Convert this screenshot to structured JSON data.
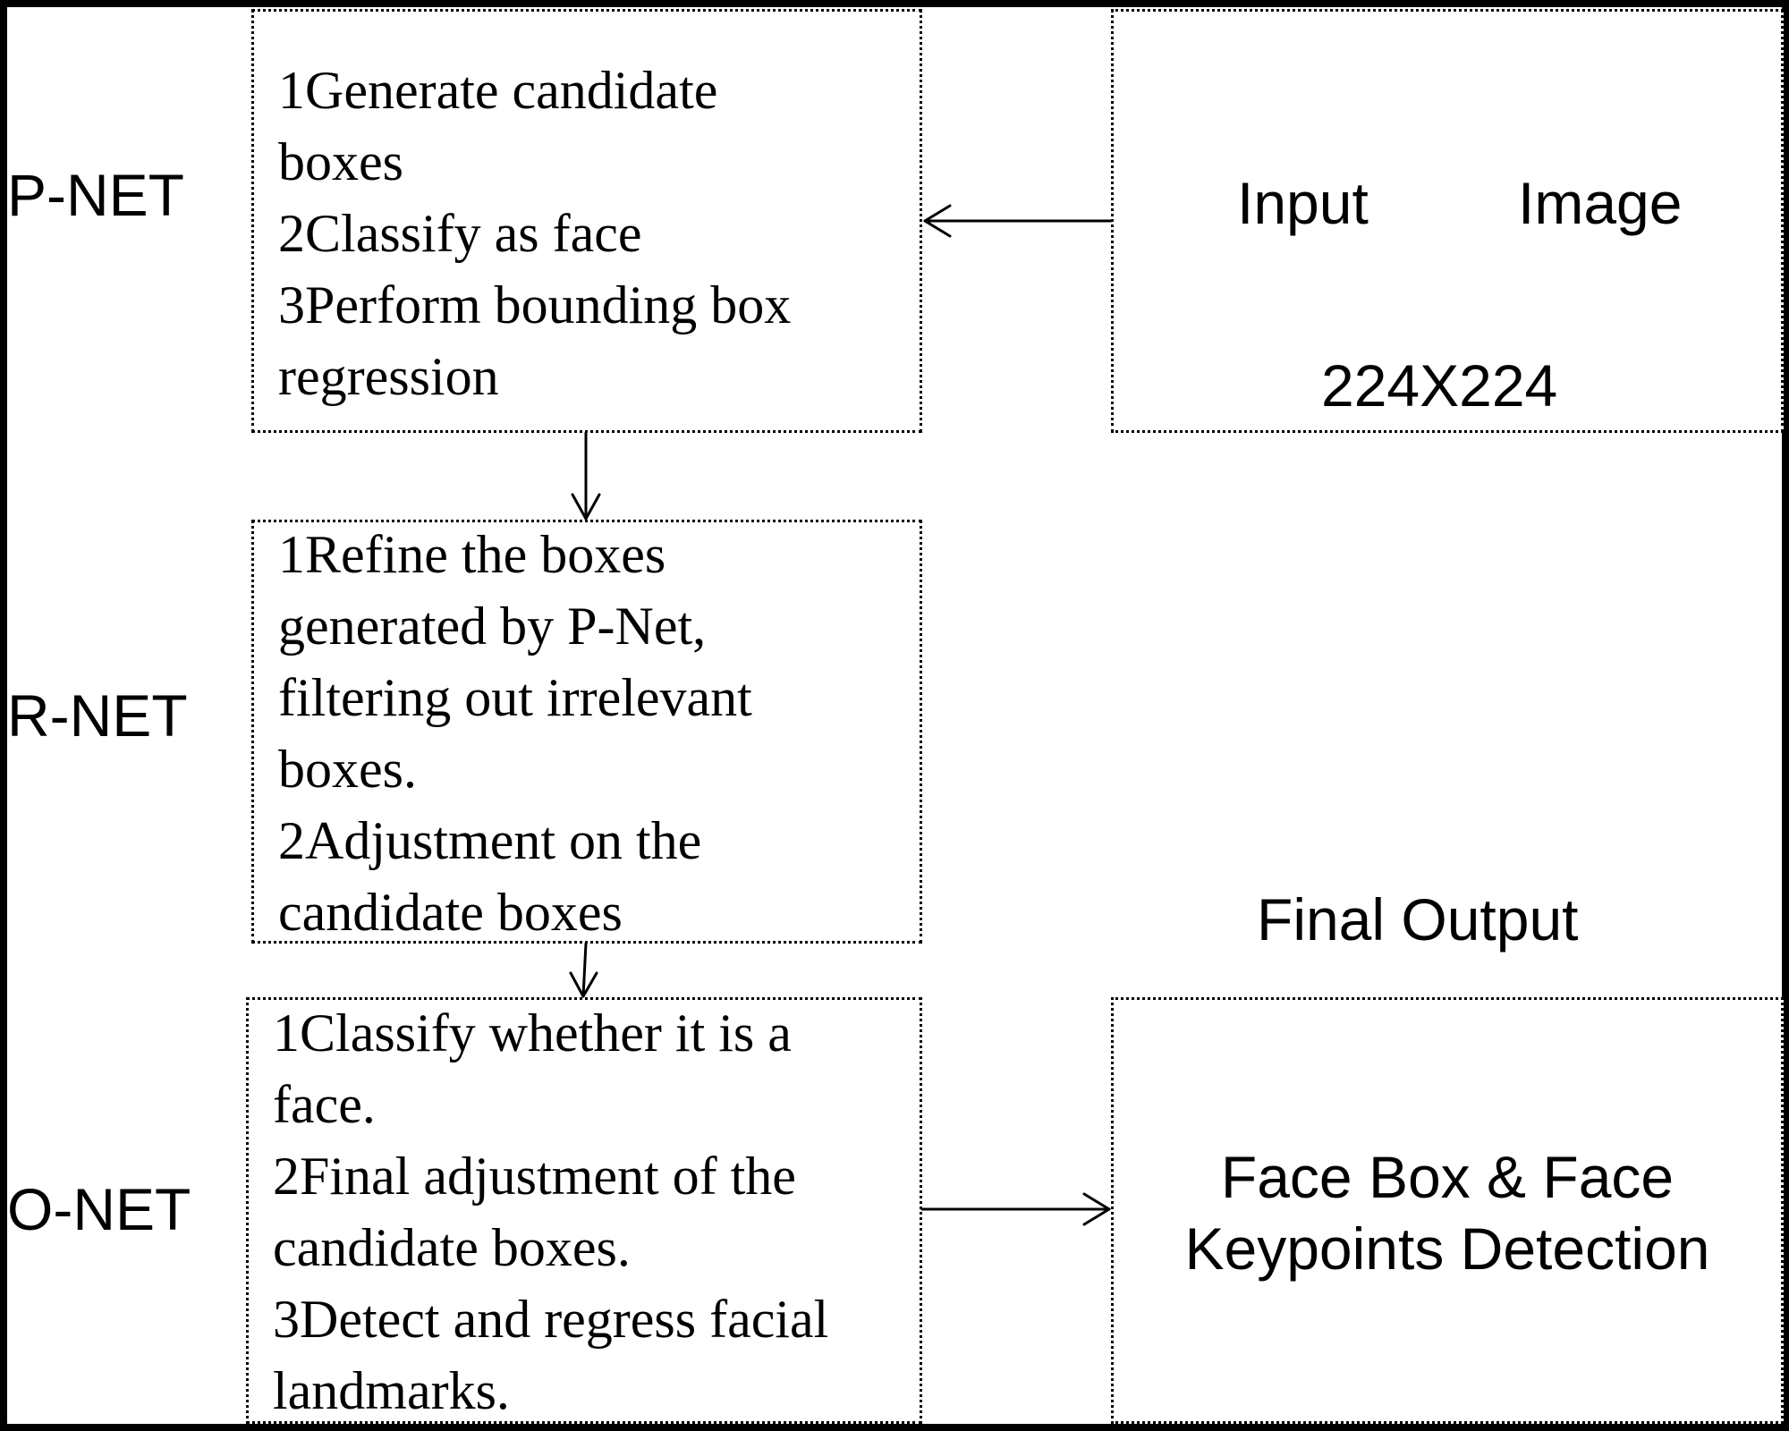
{
  "stages": [
    {
      "name": "P-NET",
      "steps": [
        "1Generate candidate",
        "boxes",
        "2Classify as face",
        "3Perform bounding box",
        "regression"
      ]
    },
    {
      "name": "R-NET",
      "steps": [
        "1Refine the boxes",
        "generated by P-Net,",
        "filtering out irrelevant",
        "boxes.",
        "2Adjustment on the",
        "candidate boxes"
      ]
    },
    {
      "name": "O-NET",
      "steps": [
        "1Classify whether it is a",
        "face.",
        "2Final adjustment of the",
        "candidate boxes.",
        "3Detect and regress facial",
        "landmarks."
      ]
    }
  ],
  "input": {
    "word1": "Input",
    "word2": "Image",
    "size": "224X224"
  },
  "output": {
    "label": "Final Output",
    "line1": "Face Box   & Face",
    "line2": "Keypoints Detection"
  }
}
